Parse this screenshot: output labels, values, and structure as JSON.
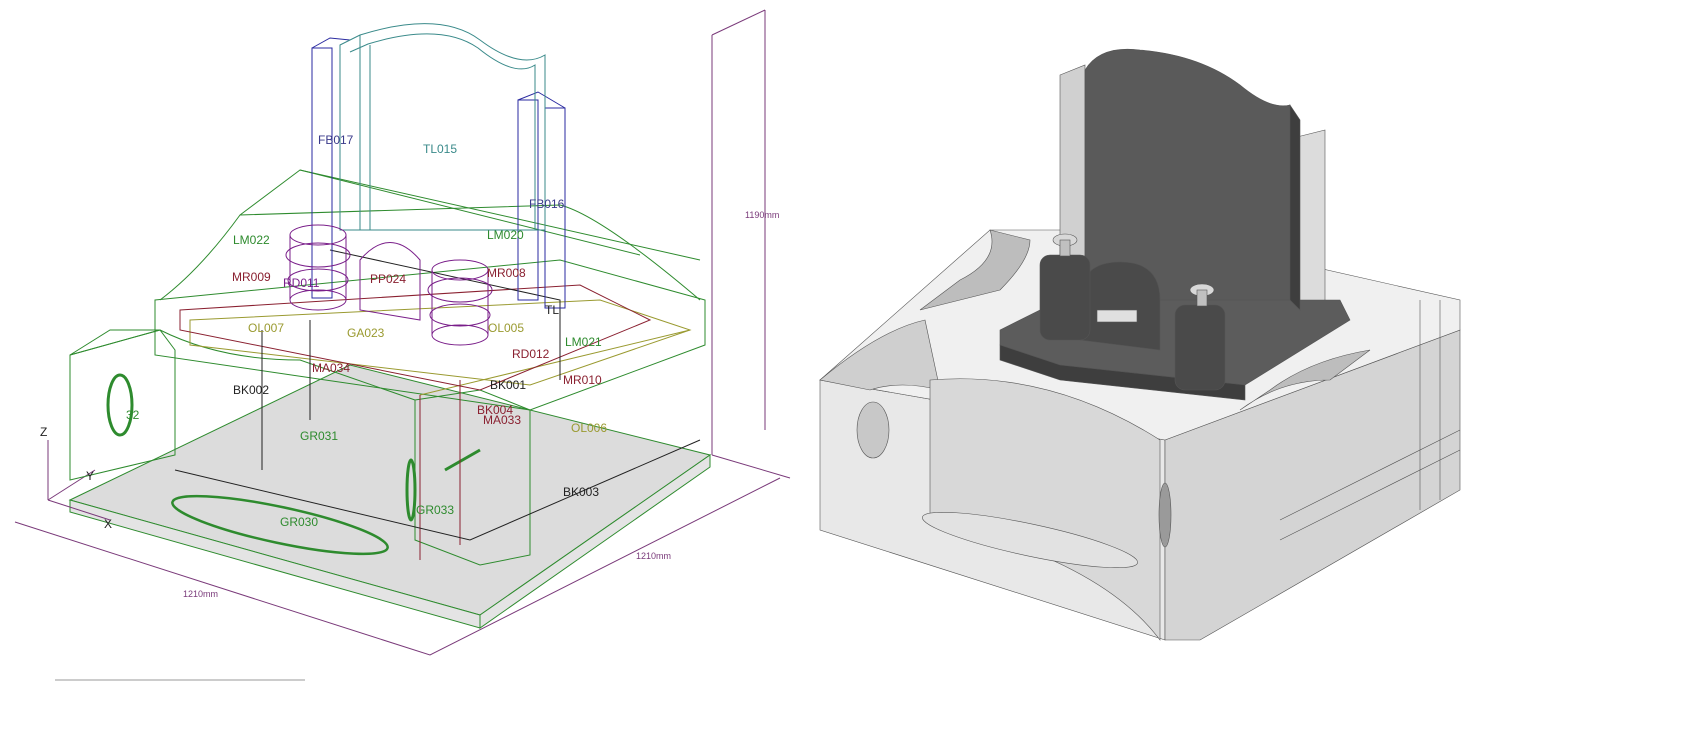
{
  "wireframe": {
    "axes": {
      "z": "Z",
      "y": "Y",
      "x": "X"
    },
    "dimensions": {
      "height": "1190mm",
      "width_front": "1210mm",
      "width_side": "1210mm"
    },
    "labels": {
      "fb017": "FB017",
      "tl015": "TL015",
      "fb016": "FB016",
      "lm022": "LM022",
      "lm020": "LM020",
      "mr009": "MR009",
      "rd011": "RD011",
      "pp024": "PP024",
      "mr008": "MR008",
      "ol007": "OL007",
      "ga023": "GA023",
      "ol005": "OL005",
      "rd012": "RD012",
      "lm021": "LM021",
      "ma034": "MA034",
      "bk002": "BK002",
      "bk001": "BK001",
      "bk004": "BK004",
      "ma033": "MA033",
      "mr010": "MR010",
      "ol006": "OL006",
      "gr031": "GR031",
      "gr032": "32",
      "gr030": "GR030",
      "gr033": "GR033",
      "bk003": "BK003",
      "tl013": "TL"
    },
    "colors": {
      "green": "#2e8b2e",
      "purple": "#7a1f8a",
      "blue": "#2a2aa0",
      "teal": "#3a8a8a",
      "olive": "#9a9a30",
      "maroon": "#8a2030",
      "dim": "#7a3a7a",
      "floor": "#dcdcdc"
    }
  },
  "render": {
    "colors": {
      "stone_light": "#e6e6e6",
      "stone_mid": "#c8c8c8",
      "stone_dark": "#5c5c5c",
      "stone_darker": "#3e3e3e"
    }
  }
}
